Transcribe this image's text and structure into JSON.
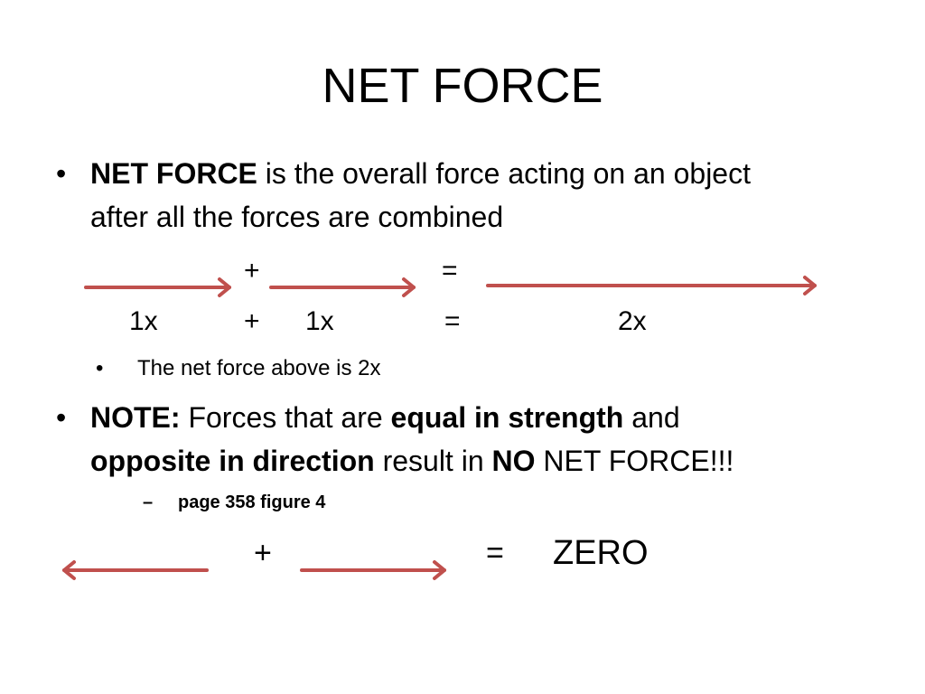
{
  "slide": {
    "title": "NET FORCE",
    "bullets": [
      {
        "marker": "•",
        "term": "NET FORCE",
        "line1_rest": " is the overall force acting on an object",
        "line2": "after all the forces are combined"
      },
      {
        "marker": "•",
        "label": "NOTE:",
        "text1": " Forces that are ",
        "bold1": "equal in strength",
        "text2": " and",
        "bold2": "opposite in direction",
        "text3": " result in ",
        "bold3": "NO",
        "text4": " NET FORCE!!!"
      }
    ],
    "sub_bullet": {
      "marker": "•",
      "text": "The net force above is 2x"
    },
    "sub_sub_bullet": {
      "marker": "–",
      "text": "page 358 figure 4"
    },
    "equation1": {
      "plus": "+",
      "equals": "=",
      "labels": [
        "1x",
        "+",
        "1x",
        "=",
        "2x"
      ]
    },
    "equation2": {
      "plus": "+",
      "equals": "=",
      "result": "ZERO"
    },
    "colors": {
      "arrow": "#c0504d",
      "text": "#000000"
    }
  }
}
